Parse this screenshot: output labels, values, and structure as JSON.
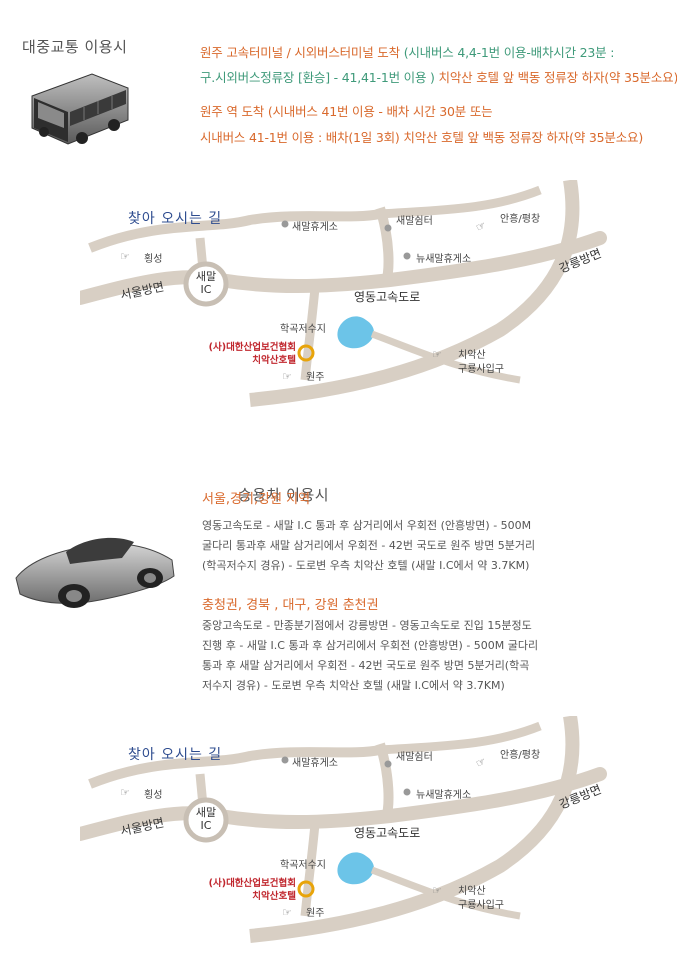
{
  "public_transport": {
    "title": "대중교통 이용시",
    "lines": [
      [
        {
          "text": "원주 고속터미널 / 시외버스터미널 도착 ",
          "color": "orange"
        },
        {
          "text": "(시내버스 4,4-1번 이용-배차시간 23분 :",
          "color": "green"
        }
      ],
      [
        {
          "text": "구.시외버스정류장 [환승] - 41,41-1번 이용 ) ",
          "color": "green"
        },
        {
          "text": "치악산 호텔 앞 백동 정류장 하자(약 35분소요)",
          "color": "orange"
        }
      ],
      [
        {
          "text": "원주 역 도착 ",
          "color": "orange"
        },
        {
          "text": "(시내버스 41번 이용 - 배차 시간 30분 또는",
          "color": "orange"
        }
      ],
      [
        {
          "text": "시내버스 41-1번 이용 : 배차(1일 3회)  ",
          "color": "orange"
        },
        {
          "text": "치악산 호텔 앞 백동 정류장 하자(약 35분소요)",
          "color": "orange"
        }
      ]
    ]
  },
  "car": {
    "title": "승용차 이용시",
    "region1": {
      "heading": "서울,경기,강원 지역",
      "lines": [
        "영동고속도로 - 새말 I.C 통과 후 삼거리에서 우회전 (안흥방면) - 500M",
        "굴다리 통과후 새말 삼거리에서 우회전 - 42번 국도로 원주 방면 5분거리",
        "(학곡저수지 경유) - 도로변 우측 치악산 호텔 (새말 I.C에서 약 3.7KM)"
      ]
    },
    "region2": {
      "heading": "충청권, 경북 , 대구, 강원 춘천권",
      "lines": [
        "중앙고속도로 - 만종분기점에서 강릉방면 - 영동고속도로 진입 15분정도",
        "진행 후 - 새말 I.C 통과 후 삼거리에서 우회전 (안흥방면) - 500M 굴다리",
        "통과 후 새말 삼거리에서 우회전 - 42번 국도로 원주 방면 5분거리(학곡",
        "저수지 경유) - 도로변 우측 치악산 호텔 (새말 I.C에서 약 3.7KM)"
      ]
    }
  },
  "map": {
    "title": "찾아 오시는 길",
    "rest_area": "새말휴게소",
    "shelter": "새말쉼터",
    "anheung": "안흥/평창",
    "hoengseong": "횡성",
    "new_rest_area": "뉴새말휴게소",
    "ic_name": "새말",
    "ic_sub": "IC",
    "seoul_dir": "서울방면",
    "gangneung_dir": "강릉방면",
    "highway": "영동고속도로",
    "reservoir": "학곡저수지",
    "hotel_line1": "(사)대한산업보건협회",
    "hotel_line2": "치악산호텔",
    "wonju": "원주",
    "chiaksan": "치악산",
    "chiaksan_entrance": "구룡사입구"
  },
  "colors": {
    "road": "#d8cfc4",
    "water": "#6cc4e8",
    "hotel_marker": "#e8a40a",
    "title_blue": "#2e4c8f",
    "hotel_red": "#c0262d",
    "orange_text": "#d9692c",
    "green_text": "#3f9a7a"
  },
  "icons": [
    "bus-icon",
    "car-icon",
    "pointing-hand-icon",
    "bullet-dot-icon",
    "hotel-ring-icon"
  ]
}
